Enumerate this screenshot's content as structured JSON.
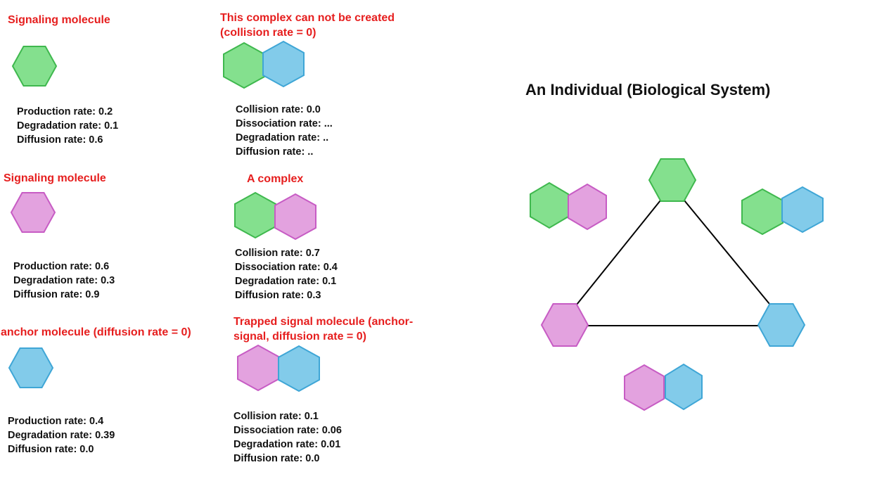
{
  "colors": {
    "green_fill": "#84e08e",
    "green_stroke": "#3fb84e",
    "pink_fill": "#e3a2df",
    "pink_stroke": "#c75cc4",
    "blue_fill": "#82cbea",
    "blue_stroke": "#3fa6d6",
    "label_red": "#e61e1e"
  },
  "main_title": "An Individual (Biological System)",
  "molecules": [
    {
      "title": "Signaling molecule",
      "shape": "green-hexagon",
      "stats": [
        "Production rate: 0.2",
        "Degradation rate: 0.1",
        "Diffusion rate: 0.6"
      ]
    },
    {
      "title": "Signaling molecule",
      "shape": "pink-hexagon",
      "stats": [
        "Production rate: 0.6",
        "Degradation rate: 0.3",
        "Diffusion rate: 0.9"
      ]
    },
    {
      "title": "anchor molecule (diffusion rate = 0)",
      "shape": "blue-hexagon",
      "stats": [
        "Production rate: 0.4",
        "Degradation rate: 0.39",
        "Diffusion rate: 0.0"
      ]
    }
  ],
  "complexes": [
    {
      "title_lines": [
        "This complex can not be created",
        "(collision rate = 0)"
      ],
      "shape": "green-blue-complex",
      "stats": [
        "Collision rate: 0.0",
        "Dissociation rate: ...",
        "Degradation rate: ..",
        "Diffusion rate: .."
      ]
    },
    {
      "title_lines": [
        "A complex"
      ],
      "shape": "green-pink-complex",
      "stats": [
        "Collision rate: 0.7",
        "Dissociation rate: 0.4",
        "Degradation rate: 0.1",
        "Diffusion rate: 0.3"
      ]
    },
    {
      "title_lines": [
        "Trapped signal molecule (anchor-",
        "signal, diffusion rate = 0)"
      ],
      "shape": "pink-blue-complex",
      "stats": [
        "Collision rate: 0.1",
        "Dissociation rate: 0.06",
        "Degradation rate: 0.01",
        "Diffusion rate: 0.0"
      ]
    }
  ],
  "system_diagram": {
    "nodes": [
      "green-hexagon",
      "pink-hexagon",
      "blue-hexagon"
    ],
    "edges": [
      [
        "green-hexagon",
        "pink-hexagon"
      ],
      [
        "green-hexagon",
        "blue-hexagon"
      ],
      [
        "pink-hexagon",
        "blue-hexagon"
      ]
    ],
    "complexes_shown": [
      "green-pink-complex",
      "green-blue-complex",
      "pink-blue-complex"
    ]
  }
}
